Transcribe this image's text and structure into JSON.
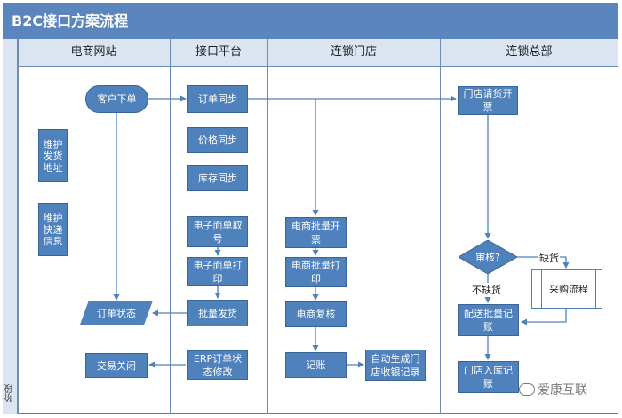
{
  "title": "B2C接口方案流程",
  "lanes": [
    "电商网站",
    "接口平台",
    "连锁门店",
    "连锁总部"
  ],
  "stage_label": "阶段",
  "nodes": {
    "customer_order": "客户下单",
    "maintain_address": "维护发货地址",
    "maintain_express": "维护快递信息",
    "order_status": "订单状态",
    "trade_close": "交易关闭",
    "order_sync": "订单同步",
    "price_sync": "价格同步",
    "stock_sync": "库存同步",
    "waybill_fetch": "电子面单取号",
    "waybill_print": "电子面单打印",
    "batch_ship": "批量发货",
    "erp_status": "ERP订单状态修改",
    "batch_invoice": "电商批量开票",
    "batch_print": "电商批量打印",
    "ec_review": "电商复核",
    "bookkeep": "记账",
    "auto_receipt": "自动生成门店收银记录",
    "store_request": "门店请货开票",
    "audit": "审核?",
    "purchase": "采购流程",
    "delivery_post": "配送批量记账",
    "store_inbound": "门店入库记账"
  },
  "edge_labels": {
    "shortage": "缺货",
    "no_shortage": "不缺货"
  },
  "watermark": "爱康互联",
  "colors": {
    "title_bar": "#5b86bd",
    "header": "#dbe5f2",
    "node_fill": "#4f81bd",
    "line": "#4f81bd"
  }
}
